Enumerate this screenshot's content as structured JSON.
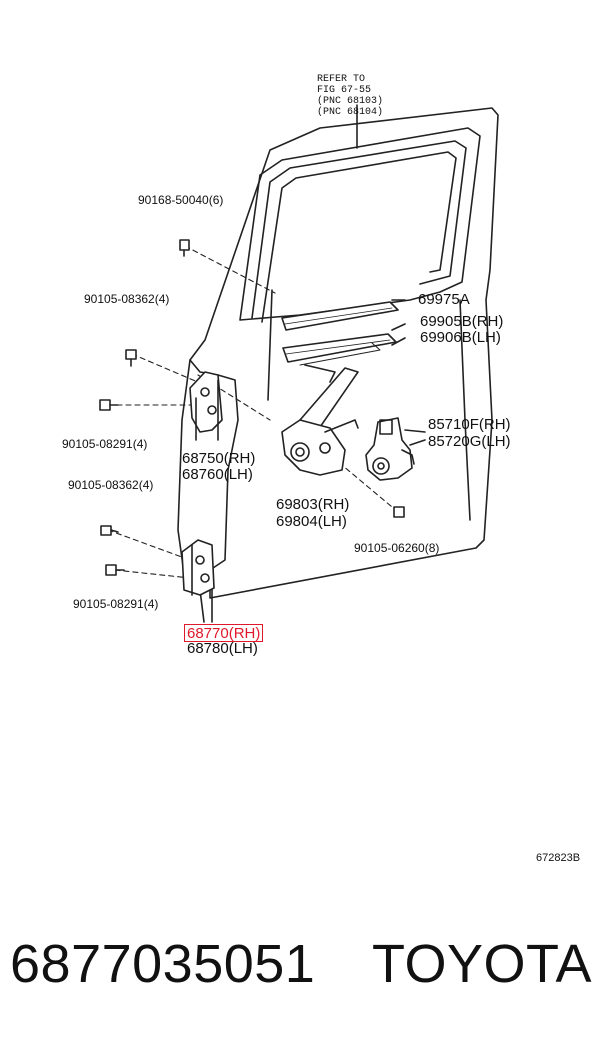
{
  "diagram": {
    "reference_note": [
      "REFER TO",
      "FIG 67-55",
      "(PNC 68103)",
      "(PNC 68104)"
    ],
    "labels": {
      "bolt_top": "90168-50040(6)",
      "bolt_upper_left": "90105-08362(4)",
      "bolt_mid_left": "90105-08291(4)",
      "bolt_lower_left_upper": "90105-08362(4)",
      "bolt_lower_left_lower": "90105-08291(4)",
      "bolt_right": "90105-06260(8)",
      "upper_hinge_rh": "68750(RH)",
      "upper_hinge_lh": "68760(LH)",
      "lower_hinge_rh": "68770(RH)",
      "lower_hinge_lh": "68780(LH)",
      "regulator_rh": "69803(RH)",
      "regulator_lh": "69804(LH)",
      "motor_rh": "85710F(RH)",
      "motor_lh": "85720G(LH)",
      "channel_a": "69975A",
      "weatherstrip_rh": "69905B(RH)",
      "weatherstrip_lh": "69906B(LH)",
      "illustration_code": "672823B"
    },
    "highlight_color": "#e0182b"
  },
  "footer": {
    "part_number": "6877035051",
    "brand": "TOYOTA"
  }
}
